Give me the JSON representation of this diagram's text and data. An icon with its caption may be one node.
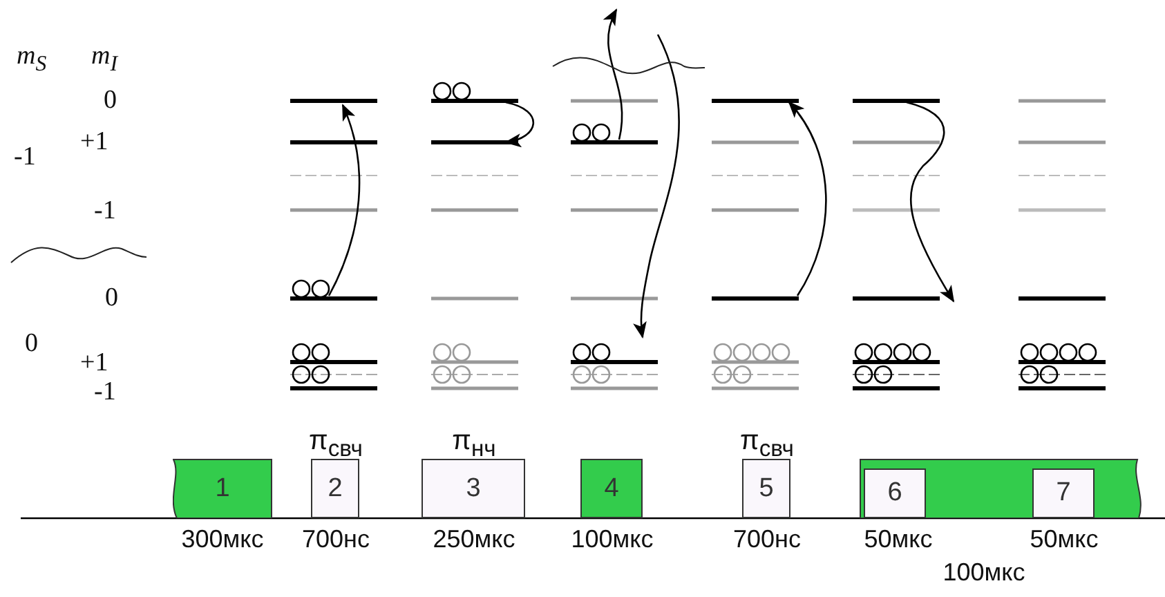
{
  "diagram": {
    "nodes": [
      {
        "text": [
          "1"
        ],
        "beside": [
          "300мкс"
        ]
      },
      {
        "text": [
          "2"
        ],
        "beside": [
          "π$_{свч}$",
          "700нс"
        ]
      },
      {
        "text": [
          "3"
        ],
        "beside": [
          "π$_{нч}$",
          "250мкс"
        ]
      },
      {
        "text": [
          "4"
        ],
        "beside": [
          "100мкс"
        ]
      },
      {
        "text": [
          "5"
        ],
        "beside": [
          "π$_{свч}$",
          "700нс"
        ]
      },
      {
        "text": [],
        "shape": "bar",
        "beside": [
          "100мкс"
        ]
      },
      {
        "text": [
          "6"
        ],
        "in": 5,
        "beside": [
          "50мкс"
        ]
      },
      {
        "text": [
          "7"
        ],
        "in": 5,
        "beside": [
          "50мкс"
        ]
      }
    ],
    "edges": [],
    "labels": [
      "m$_{S}$",
      "m$_{I}$",
      "0",
      "+1",
      "-1",
      "-1",
      "0",
      "0",
      "+1",
      "-1"
    ]
  }
}
